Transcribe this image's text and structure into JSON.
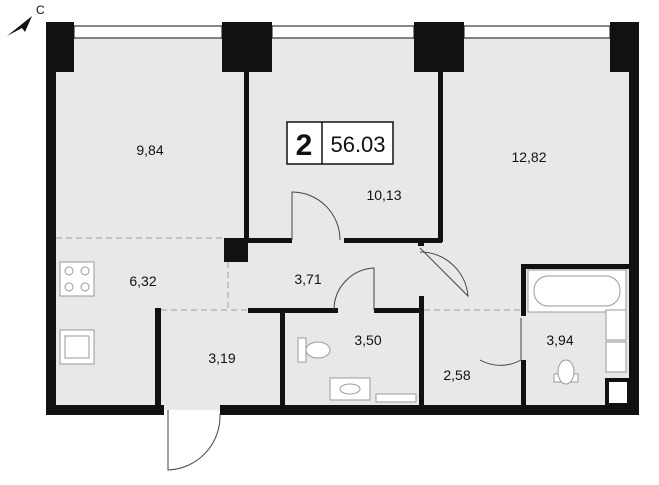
{
  "compass": {
    "north_label": "С"
  },
  "apartment": {
    "rooms": "2",
    "total_area": "56.03"
  },
  "rooms": [
    {
      "id": "room-bedroom-left",
      "area": "9,84"
    },
    {
      "id": "room-middle",
      "area": "10,13"
    },
    {
      "id": "room-bedroom-right",
      "area": "12,82"
    },
    {
      "id": "room-kitchen",
      "area": "6,32"
    },
    {
      "id": "room-hallway",
      "area": "3,71"
    },
    {
      "id": "room-closet",
      "area": "3,19"
    },
    {
      "id": "room-bathroom",
      "area": "3,50"
    },
    {
      "id": "room-corridor",
      "area": "2,58"
    },
    {
      "id": "room-wc",
      "area": "3,94"
    }
  ],
  "colors": {
    "wall": "#111111",
    "floor": "#e8e8e8",
    "fixture_stroke": "#9a9a9a",
    "zone_dash": "#a0a0a0"
  }
}
